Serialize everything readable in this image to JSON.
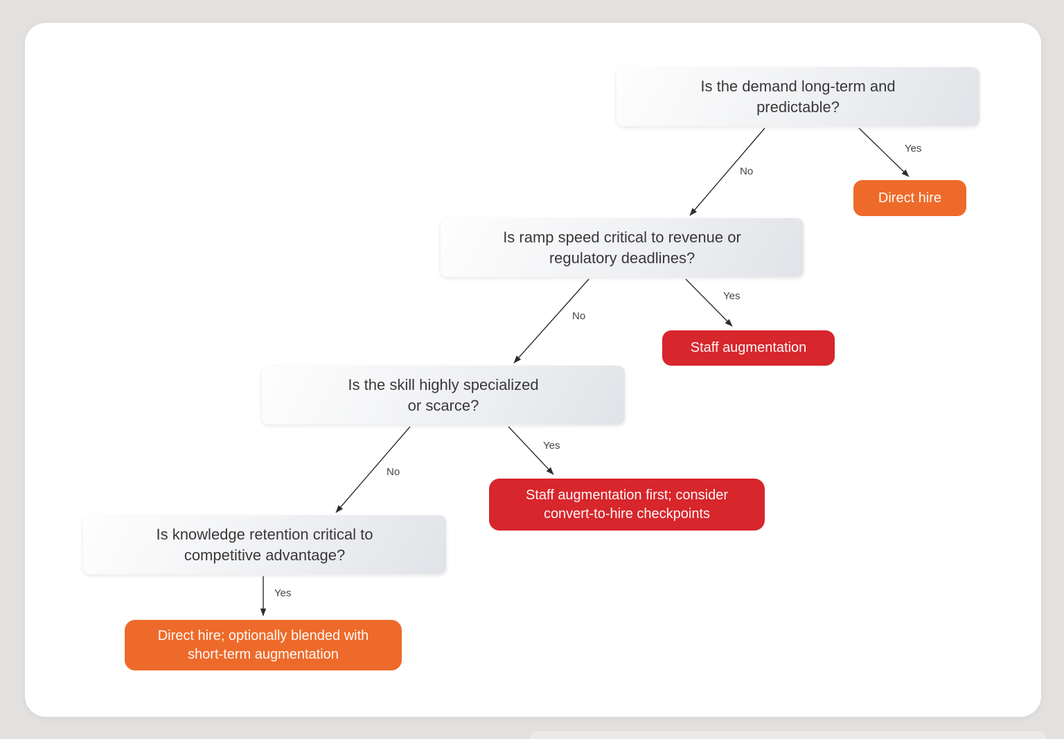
{
  "page": {
    "background_color": "#e3e1df",
    "card_color": "#ffffff"
  },
  "colors": {
    "question_box_gradient_start": "#fefefe",
    "question_box_gradient_end": "#e1e3e8",
    "orange_outcome": "#ee6a2a",
    "red_outcome": "#d7262c",
    "arrow": "#2d2d2f",
    "question_text": "#38383a"
  },
  "flowchart": {
    "questions": {
      "demand": {
        "line1": "Is the demand long-term and",
        "line2": "predictable?"
      },
      "ramp_speed": {
        "line1": "Is ramp speed critical to revenue or",
        "line2": "regulatory deadlines?"
      },
      "skill": {
        "line1": "Is the skill highly specialized",
        "line2": "or scarce?"
      },
      "knowledge": {
        "line1": "Is knowledge retention critical to",
        "line2": "competitive advantage?"
      }
    },
    "outcomes": {
      "direct_hire": {
        "label": "Direct hire"
      },
      "staff_augmentation": {
        "label": "Staff augmentation"
      },
      "staff_augmentation_first": {
        "line1": "Staff augmentation first; consider",
        "line2": "convert-to-hire checkpoints"
      },
      "direct_hire_blended": {
        "line1": "Direct hire; optionally blended with",
        "line2": "short-term augmentation"
      }
    },
    "edge_labels": {
      "yes": "Yes",
      "no": "No"
    }
  }
}
